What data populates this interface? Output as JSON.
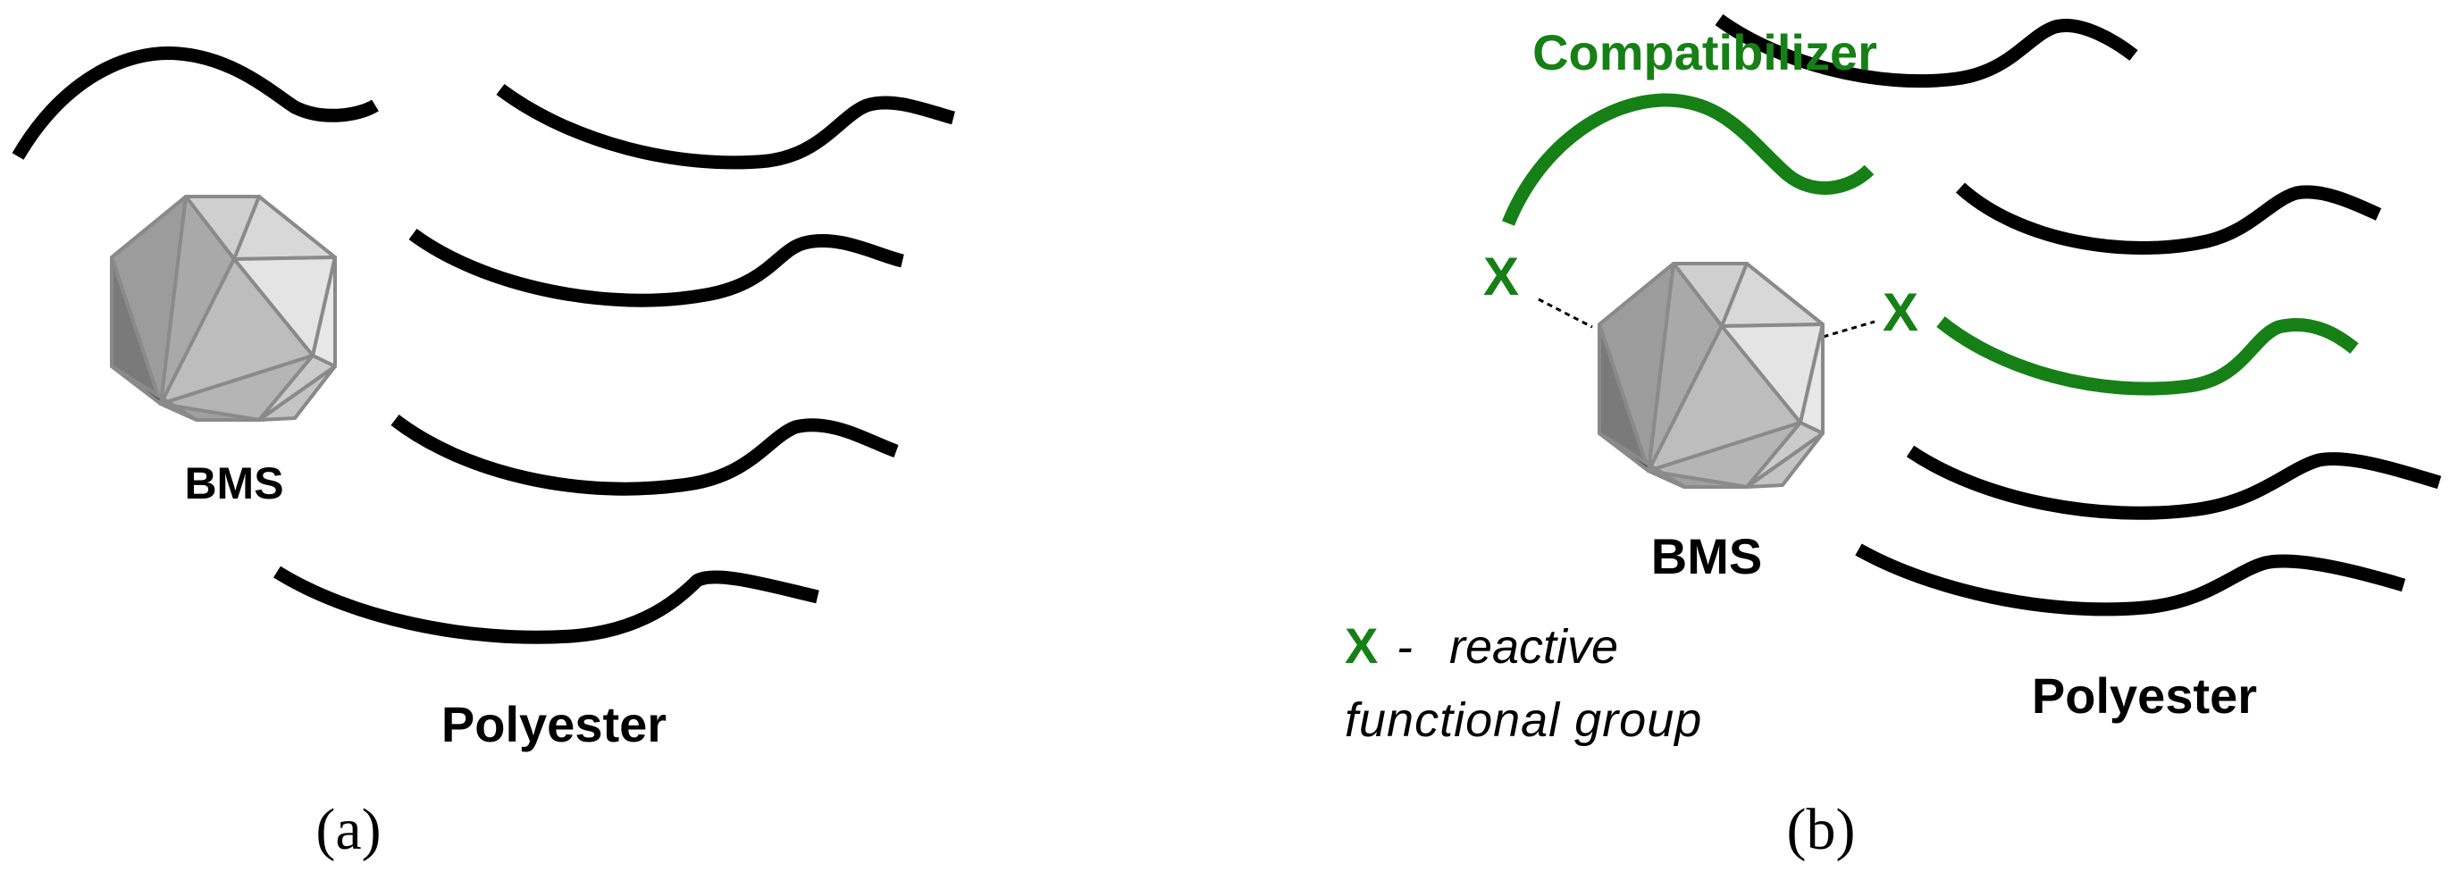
{
  "colors": {
    "accent_green": "#168016",
    "chain": "#000000",
    "facet_light": "#e2e2e2",
    "facet_mid": "#c0c0c0",
    "facet_dark": "#9c9c9c",
    "facet_darkest": "#616161",
    "facet_edge": "#8a8a8a"
  },
  "panel_a": {
    "particle_label": "BMS",
    "polymer_label": "Polyester",
    "caption": "(a)"
  },
  "panel_b": {
    "compatibilizer_label": "Compatibilizer",
    "group_symbol_left": "X",
    "group_symbol_right": "X",
    "particle_label": "BMS",
    "polymer_label": "Polyester",
    "legend": {
      "symbol": "X",
      "dash": " - ",
      "line1": "reactive",
      "line2": "functional group"
    },
    "caption": "(b)"
  }
}
